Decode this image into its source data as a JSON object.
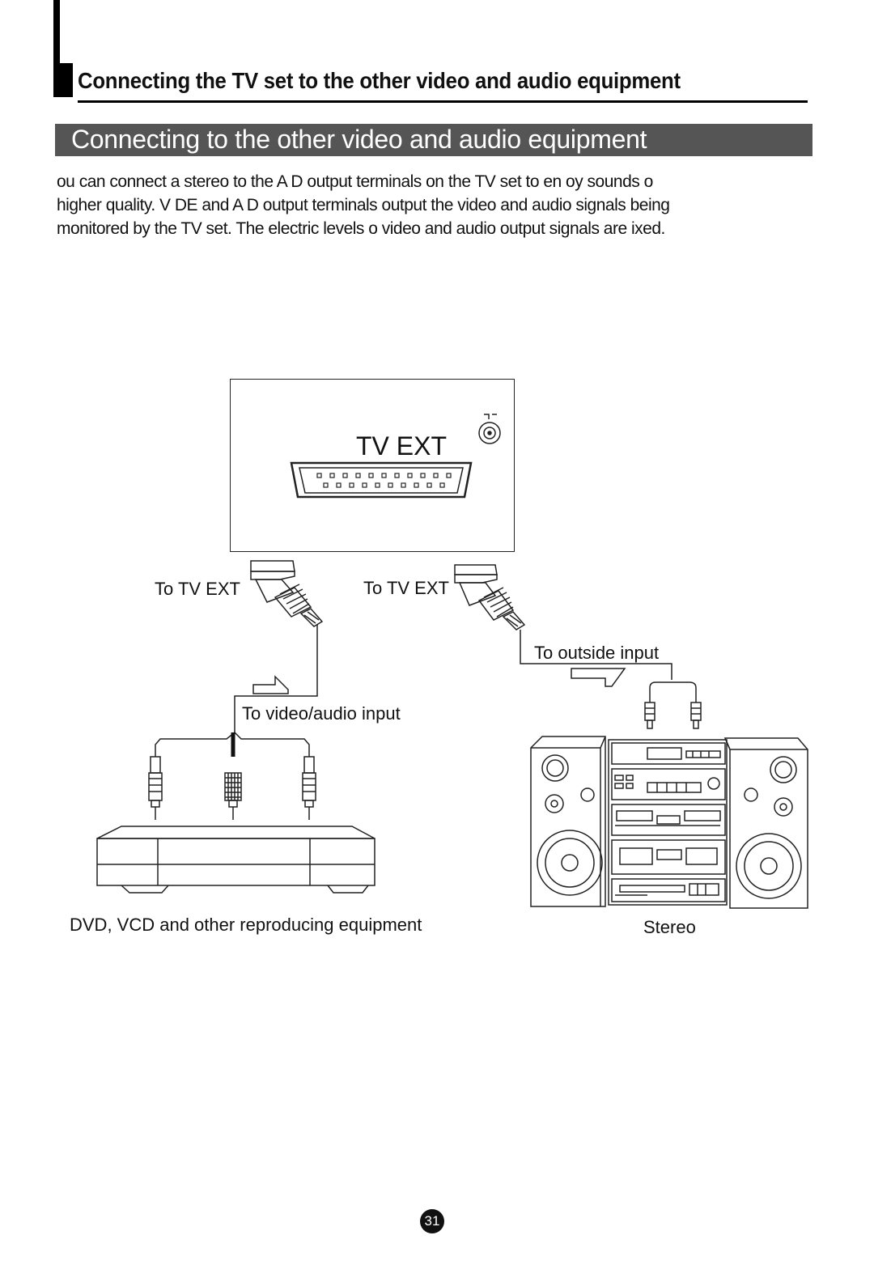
{
  "header": {
    "main_title": "Connecting the TV set to the other video and audio equipment",
    "section_title": "Connecting to the other video and audio equipment"
  },
  "intro": {
    "lines": [
      " ou can connect a stereo to the A  D      output terminals on the TV set to en oy sounds o",
      "higher quality. V DE     and A  D     output terminals output the video and audio signals being",
      "monitored by the TV set. The electric levels o  video and audio output signals are  ixed."
    ]
  },
  "diagram": {
    "tv_panel_label": "TV EXT",
    "left_connector_label": "To TV EXT",
    "right_connector_label": "To TV EXT",
    "outside_input_label": "To outside input",
    "video_audio_input_label": "To video/audio input",
    "dvd_caption": "DVD, VCD and other reproducing equipment",
    "stereo_caption": "Stereo"
  },
  "footer": {
    "page_number": "31"
  }
}
